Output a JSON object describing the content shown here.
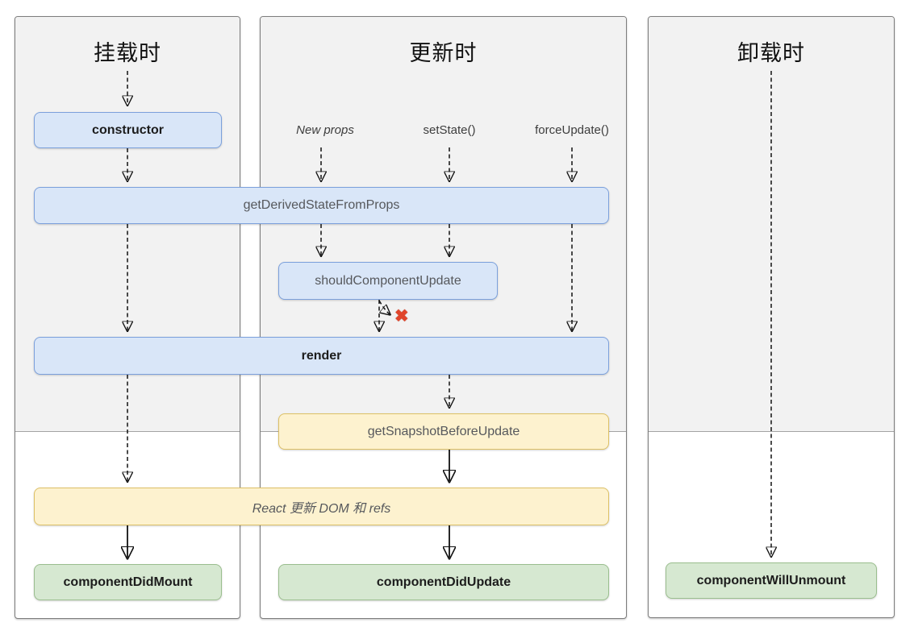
{
  "diagram": {
    "columns": {
      "mounting": {
        "title": "挂载时"
      },
      "updating": {
        "title": "更新时"
      },
      "unmounting": {
        "title": "卸载时"
      }
    },
    "triggers": {
      "new_props": "New props",
      "set_state": "setState()",
      "force_update": "forceUpdate()"
    },
    "nodes": {
      "ctor": "constructor",
      "gdsfp": "getDerivedStateFromProps",
      "scu": "shouldComponentUpdate",
      "render": "render",
      "gsbu": "getSnapshotBeforeUpdate",
      "commit": "React 更新 DOM 和 refs",
      "cdm": "componentDidMount",
      "cdu": "componentDidUpdate",
      "cwu": "componentWillUnmount"
    },
    "icons": {
      "stop_cross": "✖"
    },
    "colors": {
      "node_blue_fill": "#d9e6f8",
      "node_blue_border": "#7ba0dc",
      "node_yellow_fill": "#fdf2cf",
      "node_yellow_border": "#ddc065",
      "node_green_fill": "#d6e8d1",
      "node_green_border": "#9abe8e",
      "panel_top_fill": "#f2f2f2",
      "panel_border": "#7d7d7d",
      "stop_cross_color": "#e0452b",
      "arrow_color": "#111111"
    }
  }
}
